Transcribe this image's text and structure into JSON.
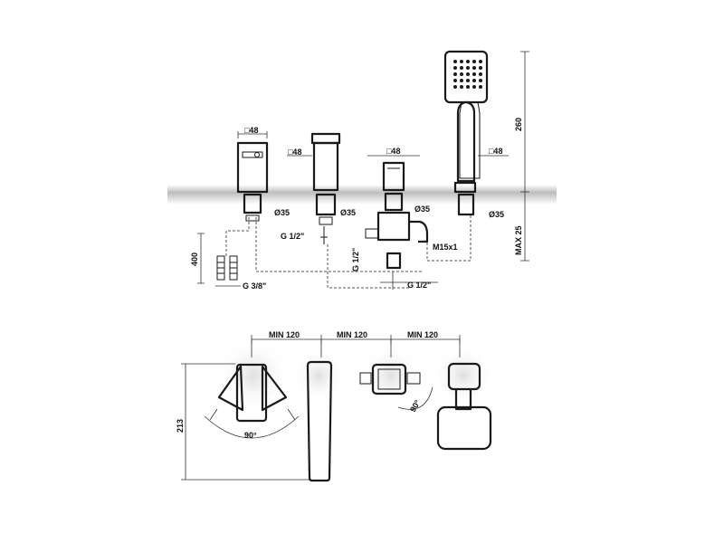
{
  "colors": {
    "line": "#1a1a1a",
    "surface_band": "#c9c9c9",
    "glow": "#e3e3e3",
    "background": "#ffffff"
  },
  "top_view": {
    "diameter_48": "□48",
    "diameter_35": "Ø35",
    "g_half_inch": "G 1/2\"",
    "g_three_eighths": "G 3/8\"",
    "m15": "M15x1",
    "dim_400": "400",
    "dim_260": "260",
    "dim_max25": "MAX 25"
  },
  "plan_view": {
    "min_120": "MIN 120",
    "dim_213": "213",
    "angle_90": "90°"
  }
}
